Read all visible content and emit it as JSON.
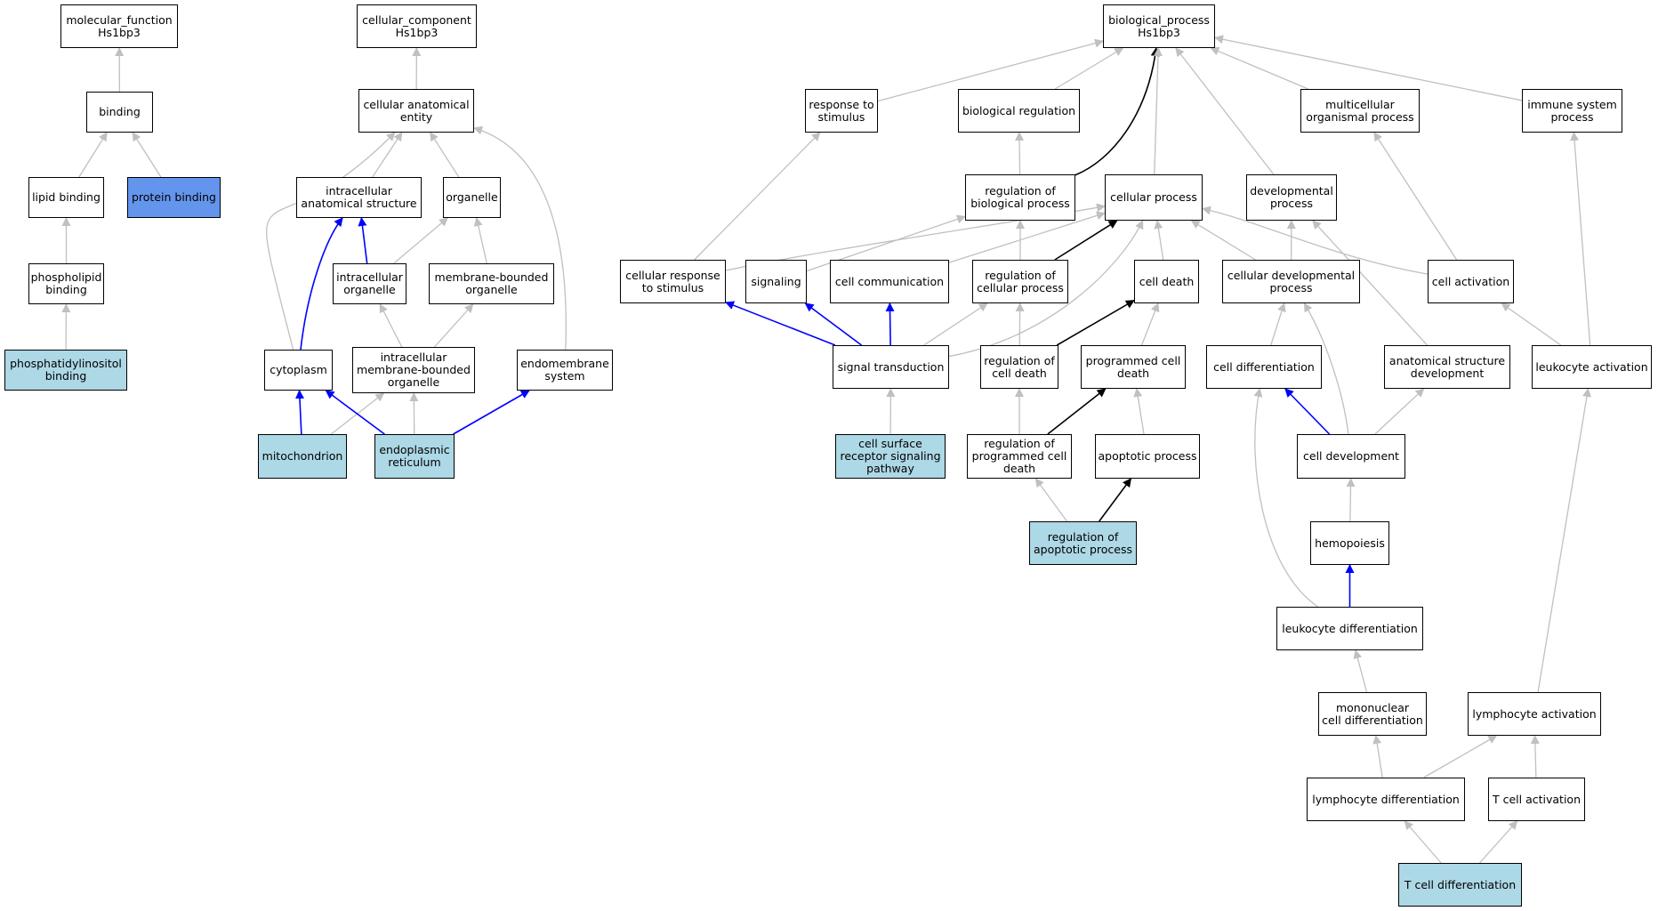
{
  "styles": {
    "fills": {
      "none": "#ffffff",
      "light": "#add8e6",
      "blue": "#6495ed"
    },
    "edges": {
      "gray": "#c0c0c0",
      "black": "#000000",
      "blue": "#0000ff"
    }
  },
  "nodes": {
    "mf": {
      "label": "molecular_function\nHs1bp3",
      "fill": "none"
    },
    "binding": {
      "label": "binding",
      "fill": "none"
    },
    "lipid_binding": {
      "label": "lipid binding",
      "fill": "none"
    },
    "protein_binding": {
      "label": "protein binding",
      "fill": "blue"
    },
    "phospholipid_binding": {
      "label": "phospholipid\nbinding",
      "fill": "none"
    },
    "pi_binding": {
      "label": "phosphatidylinositol\nbinding",
      "fill": "light"
    },
    "cc": {
      "label": "cellular_component\nHs1bp3",
      "fill": "none"
    },
    "cae": {
      "label": "cellular anatomical\nentity",
      "fill": "none"
    },
    "ias": {
      "label": "intracellular\nanatomical structure",
      "fill": "none"
    },
    "organelle": {
      "label": "organelle",
      "fill": "none"
    },
    "io": {
      "label": "intracellular\norganelle",
      "fill": "none"
    },
    "mbo": {
      "label": "membrane-bounded\norganelle",
      "fill": "none"
    },
    "cytoplasm": {
      "label": "cytoplasm",
      "fill": "none"
    },
    "imbo": {
      "label": "intracellular\nmembrane-bounded\norganelle",
      "fill": "none"
    },
    "endomembrane": {
      "label": "endomembrane\nsystem",
      "fill": "none"
    },
    "mito": {
      "label": "mitochondrion",
      "fill": "light"
    },
    "er": {
      "label": "endoplasmic\nreticulum",
      "fill": "light"
    },
    "bp": {
      "label": "biological_process\nHs1bp3",
      "fill": "none"
    },
    "rts": {
      "label": "response to\nstimulus",
      "fill": "none"
    },
    "breg": {
      "label": "biological regulation",
      "fill": "none"
    },
    "mop": {
      "label": "multicellular\norganismal process",
      "fill": "none"
    },
    "isp": {
      "label": "immune system\nprocess",
      "fill": "none"
    },
    "rbp": {
      "label": "regulation of\nbiological process",
      "fill": "none"
    },
    "cp": {
      "label": "cellular process",
      "fill": "none"
    },
    "dp": {
      "label": "developmental\nprocess",
      "fill": "none"
    },
    "crs": {
      "label": "cellular response\nto stimulus",
      "fill": "none"
    },
    "signaling": {
      "label": "signaling",
      "fill": "none"
    },
    "cc2": {
      "label": "cell communication",
      "fill": "none"
    },
    "rcp": {
      "label": "regulation of\ncellular process",
      "fill": "none"
    },
    "celldeath": {
      "label": "cell death",
      "fill": "none"
    },
    "cdp": {
      "label": "cellular developmental\nprocess",
      "fill": "none"
    },
    "ca": {
      "label": "cell activation",
      "fill": "none"
    },
    "st": {
      "label": "signal transduction",
      "fill": "none"
    },
    "rcd": {
      "label": "regulation of\ncell death",
      "fill": "none"
    },
    "pcd": {
      "label": "programmed cell\ndeath",
      "fill": "none"
    },
    "cdiff": {
      "label": "cell differentiation",
      "fill": "none"
    },
    "asd": {
      "label": "anatomical structure\ndevelopment",
      "fill": "none"
    },
    "la": {
      "label": "leukocyte activation",
      "fill": "none"
    },
    "csrsp": {
      "label": "cell surface\nreceptor signaling\npathway",
      "fill": "light"
    },
    "rpcd": {
      "label": "regulation of\nprogrammed cell\ndeath",
      "fill": "none"
    },
    "ap": {
      "label": "apoptotic process",
      "fill": "none"
    },
    "cdev": {
      "label": "cell development",
      "fill": "none"
    },
    "rap": {
      "label": "regulation of\napoptotic process",
      "fill": "light"
    },
    "hemo": {
      "label": "hemopoiesis",
      "fill": "none"
    },
    "ld": {
      "label": "leukocyte differentiation",
      "fill": "none"
    },
    "mcd": {
      "label": "mononuclear\ncell differentiation",
      "fill": "none"
    },
    "lymphact": {
      "label": "lymphocyte activation",
      "fill": "none"
    },
    "lymphdiff": {
      "label": "lymphocyte differentiation",
      "fill": "none"
    },
    "tca": {
      "label": "T cell activation",
      "fill": "none"
    },
    "tcd": {
      "label": "T cell differentiation",
      "fill": "light"
    }
  },
  "edges": [
    {
      "from": "binding",
      "to": "mf",
      "color": "gray"
    },
    {
      "from": "lipid_binding",
      "to": "binding",
      "color": "gray"
    },
    {
      "from": "protein_binding",
      "to": "binding",
      "color": "gray"
    },
    {
      "from": "phospholipid_binding",
      "to": "lipid_binding",
      "color": "gray"
    },
    {
      "from": "pi_binding",
      "to": "phospholipid_binding",
      "color": "gray"
    },
    {
      "from": "cae",
      "to": "cc",
      "color": "gray"
    },
    {
      "from": "ias",
      "to": "cae",
      "color": "gray"
    },
    {
      "from": "organelle",
      "to": "cae",
      "color": "gray"
    },
    {
      "from": "cytoplasm",
      "to": "cae",
      "color": "gray"
    },
    {
      "from": "endomembrane",
      "to": "cae",
      "color": "gray"
    },
    {
      "from": "io",
      "to": "ias",
      "color": "blue"
    },
    {
      "from": "io",
      "to": "organelle",
      "color": "gray"
    },
    {
      "from": "mbo",
      "to": "organelle",
      "color": "gray"
    },
    {
      "from": "cytoplasm",
      "to": "ias",
      "color": "blue"
    },
    {
      "from": "imbo",
      "to": "io",
      "color": "gray"
    },
    {
      "from": "imbo",
      "to": "mbo",
      "color": "gray"
    },
    {
      "from": "mito",
      "to": "cytoplasm",
      "color": "blue"
    },
    {
      "from": "mito",
      "to": "imbo",
      "color": "gray"
    },
    {
      "from": "er",
      "to": "cytoplasm",
      "color": "blue"
    },
    {
      "from": "er",
      "to": "imbo",
      "color": "gray"
    },
    {
      "from": "er",
      "to": "endomembrane",
      "color": "blue"
    },
    {
      "from": "rts",
      "to": "bp",
      "color": "gray"
    },
    {
      "from": "breg",
      "to": "bp",
      "color": "gray"
    },
    {
      "from": "rbp",
      "to": "bp",
      "color": "black"
    },
    {
      "from": "cp",
      "to": "bp",
      "color": "gray"
    },
    {
      "from": "dp",
      "to": "bp",
      "color": "gray"
    },
    {
      "from": "mop",
      "to": "bp",
      "color": "gray"
    },
    {
      "from": "isp",
      "to": "bp",
      "color": "gray"
    },
    {
      "from": "rbp",
      "to": "breg",
      "color": "gray"
    },
    {
      "from": "crs",
      "to": "rts",
      "color": "gray"
    },
    {
      "from": "crs",
      "to": "cp",
      "color": "gray"
    },
    {
      "from": "signaling",
      "to": "rbp",
      "color": "gray"
    },
    {
      "from": "cc2",
      "to": "cp",
      "color": "gray"
    },
    {
      "from": "rcp",
      "to": "rbp",
      "color": "gray"
    },
    {
      "from": "rcp",
      "to": "cp",
      "color": "black"
    },
    {
      "from": "celldeath",
      "to": "cp",
      "color": "gray"
    },
    {
      "from": "cdp",
      "to": "cp",
      "color": "gray"
    },
    {
      "from": "cdp",
      "to": "dp",
      "color": "gray"
    },
    {
      "from": "ca",
      "to": "cp",
      "color": "gray"
    },
    {
      "from": "ca",
      "to": "mop",
      "color": "gray"
    },
    {
      "from": "st",
      "to": "crs",
      "color": "blue"
    },
    {
      "from": "st",
      "to": "signaling",
      "color": "blue"
    },
    {
      "from": "st",
      "to": "cc2",
      "color": "blue"
    },
    {
      "from": "st",
      "to": "rcp",
      "color": "gray"
    },
    {
      "from": "st",
      "to": "cp",
      "color": "gray"
    },
    {
      "from": "rcd",
      "to": "rcp",
      "color": "gray"
    },
    {
      "from": "rcd",
      "to": "celldeath",
      "color": "black"
    },
    {
      "from": "pcd",
      "to": "celldeath",
      "color": "gray"
    },
    {
      "from": "cdiff",
      "to": "cdp",
      "color": "gray"
    },
    {
      "from": "asd",
      "to": "dp",
      "color": "gray"
    },
    {
      "from": "la",
      "to": "ca",
      "color": "gray"
    },
    {
      "from": "la",
      "to": "isp",
      "color": "gray"
    },
    {
      "from": "csrsp",
      "to": "st",
      "color": "gray"
    },
    {
      "from": "rpcd",
      "to": "rcd",
      "color": "gray"
    },
    {
      "from": "rpcd",
      "to": "pcd",
      "color": "black"
    },
    {
      "from": "ap",
      "to": "pcd",
      "color": "gray"
    },
    {
      "from": "cdev",
      "to": "cdiff",
      "color": "blue"
    },
    {
      "from": "cdev",
      "to": "cdp",
      "color": "gray"
    },
    {
      "from": "cdev",
      "to": "asd",
      "color": "gray"
    },
    {
      "from": "rap",
      "to": "rpcd",
      "color": "gray"
    },
    {
      "from": "rap",
      "to": "ap",
      "color": "black"
    },
    {
      "from": "hemo",
      "to": "cdev",
      "color": "gray"
    },
    {
      "from": "ld",
      "to": "hemo",
      "color": "blue"
    },
    {
      "from": "ld",
      "to": "cdiff",
      "color": "gray"
    },
    {
      "from": "mcd",
      "to": "ld",
      "color": "gray"
    },
    {
      "from": "lymphact",
      "to": "la",
      "color": "gray"
    },
    {
      "from": "lymphdiff",
      "to": "mcd",
      "color": "gray"
    },
    {
      "from": "lymphdiff",
      "to": "lymphact",
      "color": "gray"
    },
    {
      "from": "tca",
      "to": "lymphact",
      "color": "gray"
    },
    {
      "from": "tcd",
      "to": "lymphdiff",
      "color": "gray"
    },
    {
      "from": "tcd",
      "to": "tca",
      "color": "gray"
    }
  ]
}
